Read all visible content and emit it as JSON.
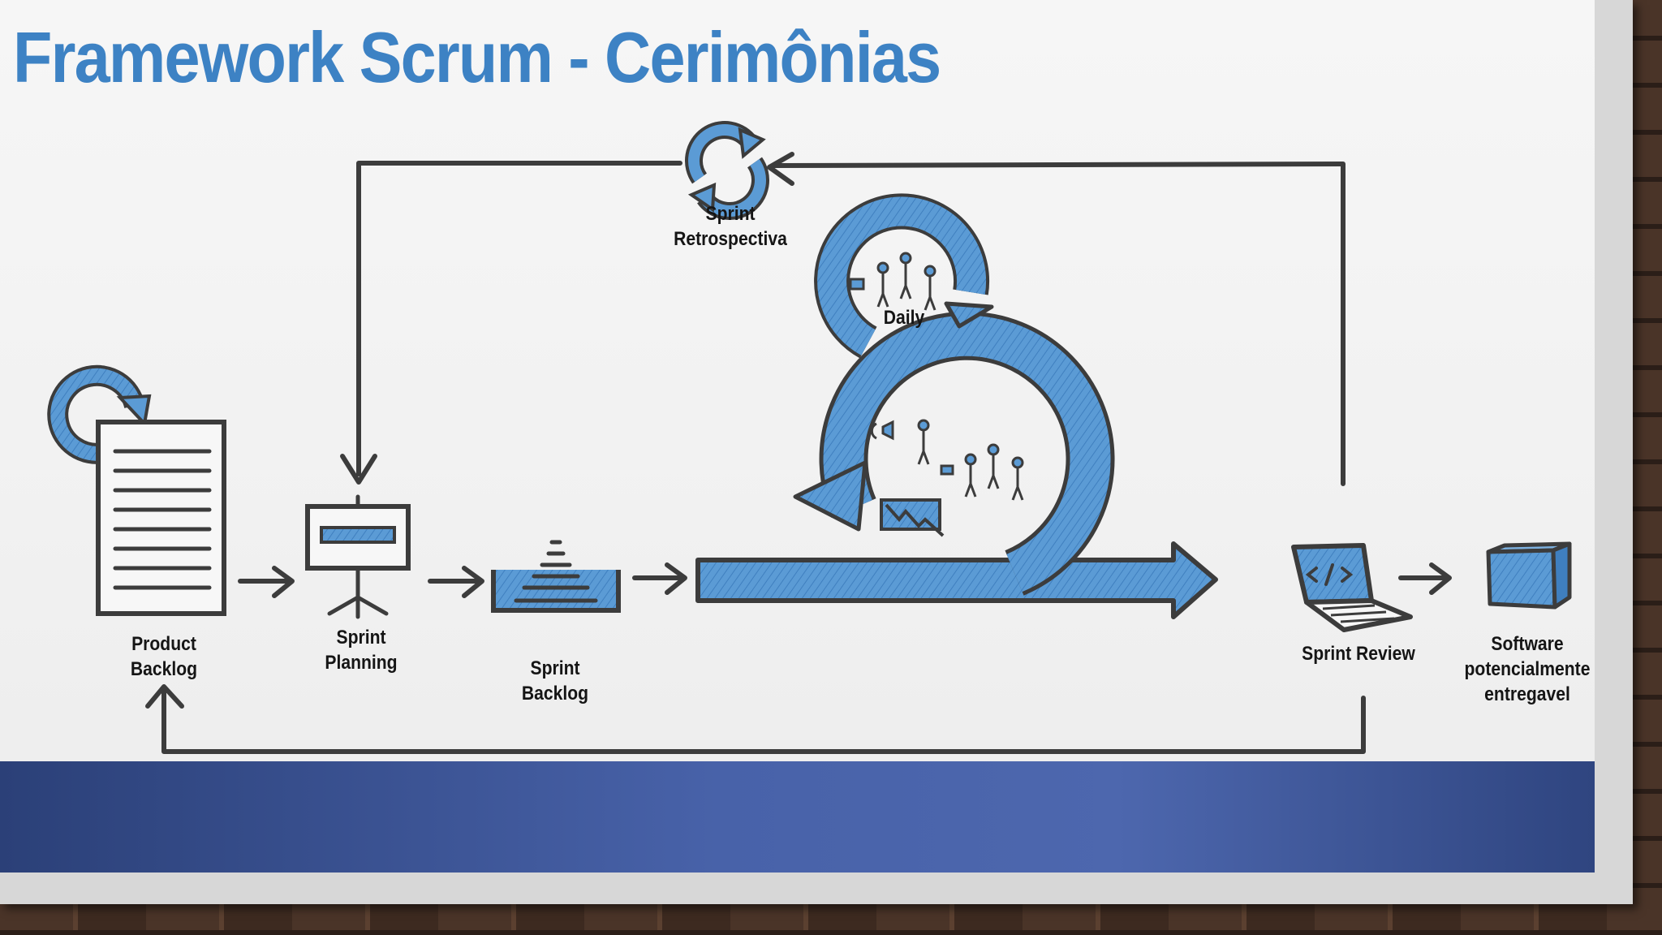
{
  "title": "Framework Scrum - Cerimônias",
  "colors": {
    "title": "#3d82c4",
    "accent_blue": "#5b9bd5",
    "ink": "#3c3c3c",
    "band": "#4862a9"
  },
  "nodes": {
    "product_backlog": "Product\nBacklog",
    "sprint_planning": "Sprint\nPlanning",
    "sprint_backlog": "Sprint\nBacklog",
    "sprint_retrospectiva": "Sprint\nRetrospectiva",
    "daily": "Daily",
    "sprint_review": "Sprint Review",
    "software": "Software\npotencialmente\nentregavel"
  },
  "icons": {
    "product_backlog": "document-refresh-icon",
    "sprint_planning": "easel-board-icon",
    "sprint_backlog": "stacked-tray-icon",
    "sprint_retrospectiva": "recycle-arrows-icon",
    "daily": "team-cycle-icon",
    "sprint_review": "laptop-code-icon",
    "software": "box-icon"
  }
}
